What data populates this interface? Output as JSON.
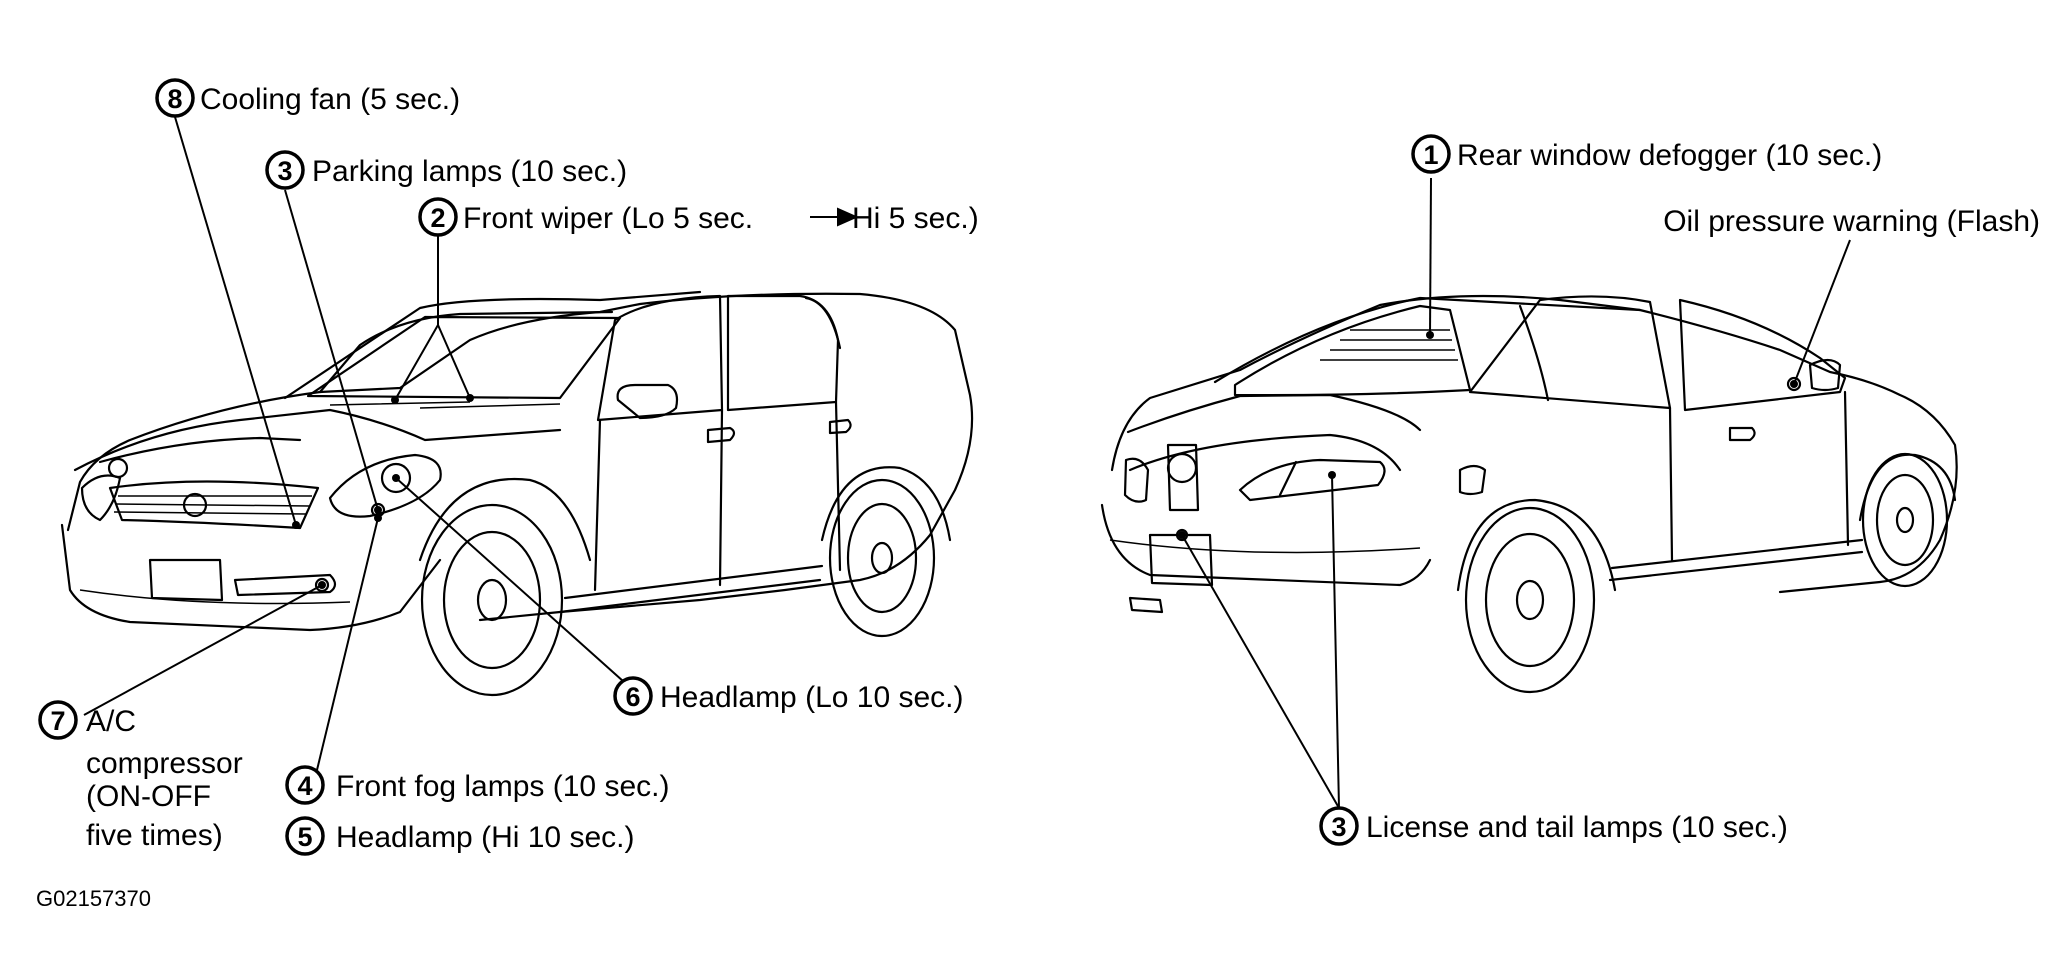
{
  "figure_code": "G02157370",
  "front_view": {
    "callouts": [
      {
        "id": "cooling-fan",
        "number": "8",
        "text": "Cooling fan (5 sec.)"
      },
      {
        "id": "parking-lamps",
        "number": "3",
        "text": "Parking lamps (10 sec.)"
      },
      {
        "id": "front-wiper",
        "number": "2",
        "text": "Front wiper (Lo 5 sec.",
        "text_end": "Hi 5 sec.)"
      },
      {
        "id": "headlamp-lo",
        "number": "6",
        "text": "Headlamp (Lo 10 sec.)"
      },
      {
        "id": "ac-compressor",
        "number": "7",
        "lines": [
          "A/C",
          "compressor",
          "(ON-OFF",
          "five times)"
        ]
      },
      {
        "id": "front-fog-lamps",
        "number": "4",
        "text": "Front fog lamps (10 sec.)"
      },
      {
        "id": "headlamp-hi",
        "number": "5",
        "text": "Headlamp (Hi 10 sec.)"
      }
    ]
  },
  "rear_view": {
    "callouts": [
      {
        "id": "rear-window-defogger",
        "number": "1",
        "text": "Rear window defogger (10 sec.)"
      },
      {
        "id": "oil-pressure-warning",
        "number": "",
        "text": "Oil pressure warning (Flash)"
      },
      {
        "id": "license-tail-lamps",
        "number": "3",
        "text": "License and tail lamps (10 sec.)"
      }
    ]
  },
  "colors": {
    "ink": "#000000",
    "background": "#ffffff"
  }
}
